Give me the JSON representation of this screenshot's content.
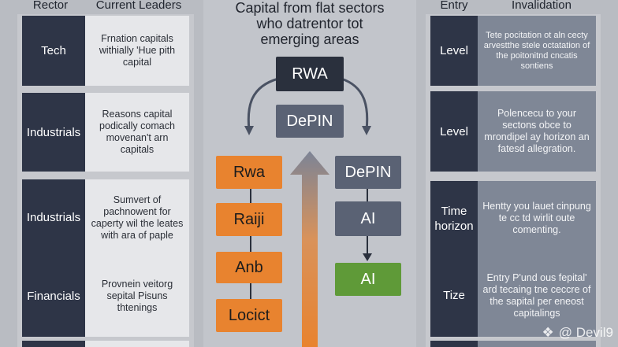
{
  "headers": {
    "left_col1": "Rector",
    "left_col2": "Current Leaders",
    "right_col1": "Entry",
    "right_col2": "Invalidation"
  },
  "title": {
    "line1": "Capital from flat sectors",
    "line2": "who datrentor tot",
    "line3": "emerging areas"
  },
  "left_rows": [
    {
      "label": "Tech",
      "text": "Frnation capitals withially 'Hue pith capital"
    },
    {
      "label": "Industrials",
      "text": "Reasons capital podically comach movenan't arn capitals"
    },
    {
      "label": "Industrials",
      "text": "Sumvert of pachnowent for caperty wil the leates with ara of paple"
    },
    {
      "label": "Financials",
      "text": "Provnein veitorg sepital Pisuns thtenings"
    }
  ],
  "right_rows": [
    {
      "label": "Level",
      "text": "Tete pocitation ot aln cecty arvestthe stele octatation of the poitonitnd cncatis sontiens"
    },
    {
      "label": "Level",
      "text": "Polencecu to your sectons obce to mrondipel ay horizon an fatesd allegration."
    },
    {
      "label": "Time horizon",
      "text": "Hentty you lauet cinpung te cc td wirlit oute comenting."
    },
    {
      "label": "Tize",
      "text": "Entry P'und ous fepital' ard tecaing tne ceccre of the sapital per eneost capitalings"
    }
  ],
  "diagram": {
    "top": "RWA",
    "second": "DePIN",
    "left_chain": [
      "Rwa",
      "Raiji",
      "Anb",
      "Locict"
    ],
    "right_chain": [
      "DePIN",
      "AI",
      "AI"
    ]
  },
  "colors": {
    "dark": "#2a303d",
    "slate": "#5a6274",
    "orange": "#e8832f",
    "green": "#5f9a38"
  },
  "watermark": "@ Devil9"
}
